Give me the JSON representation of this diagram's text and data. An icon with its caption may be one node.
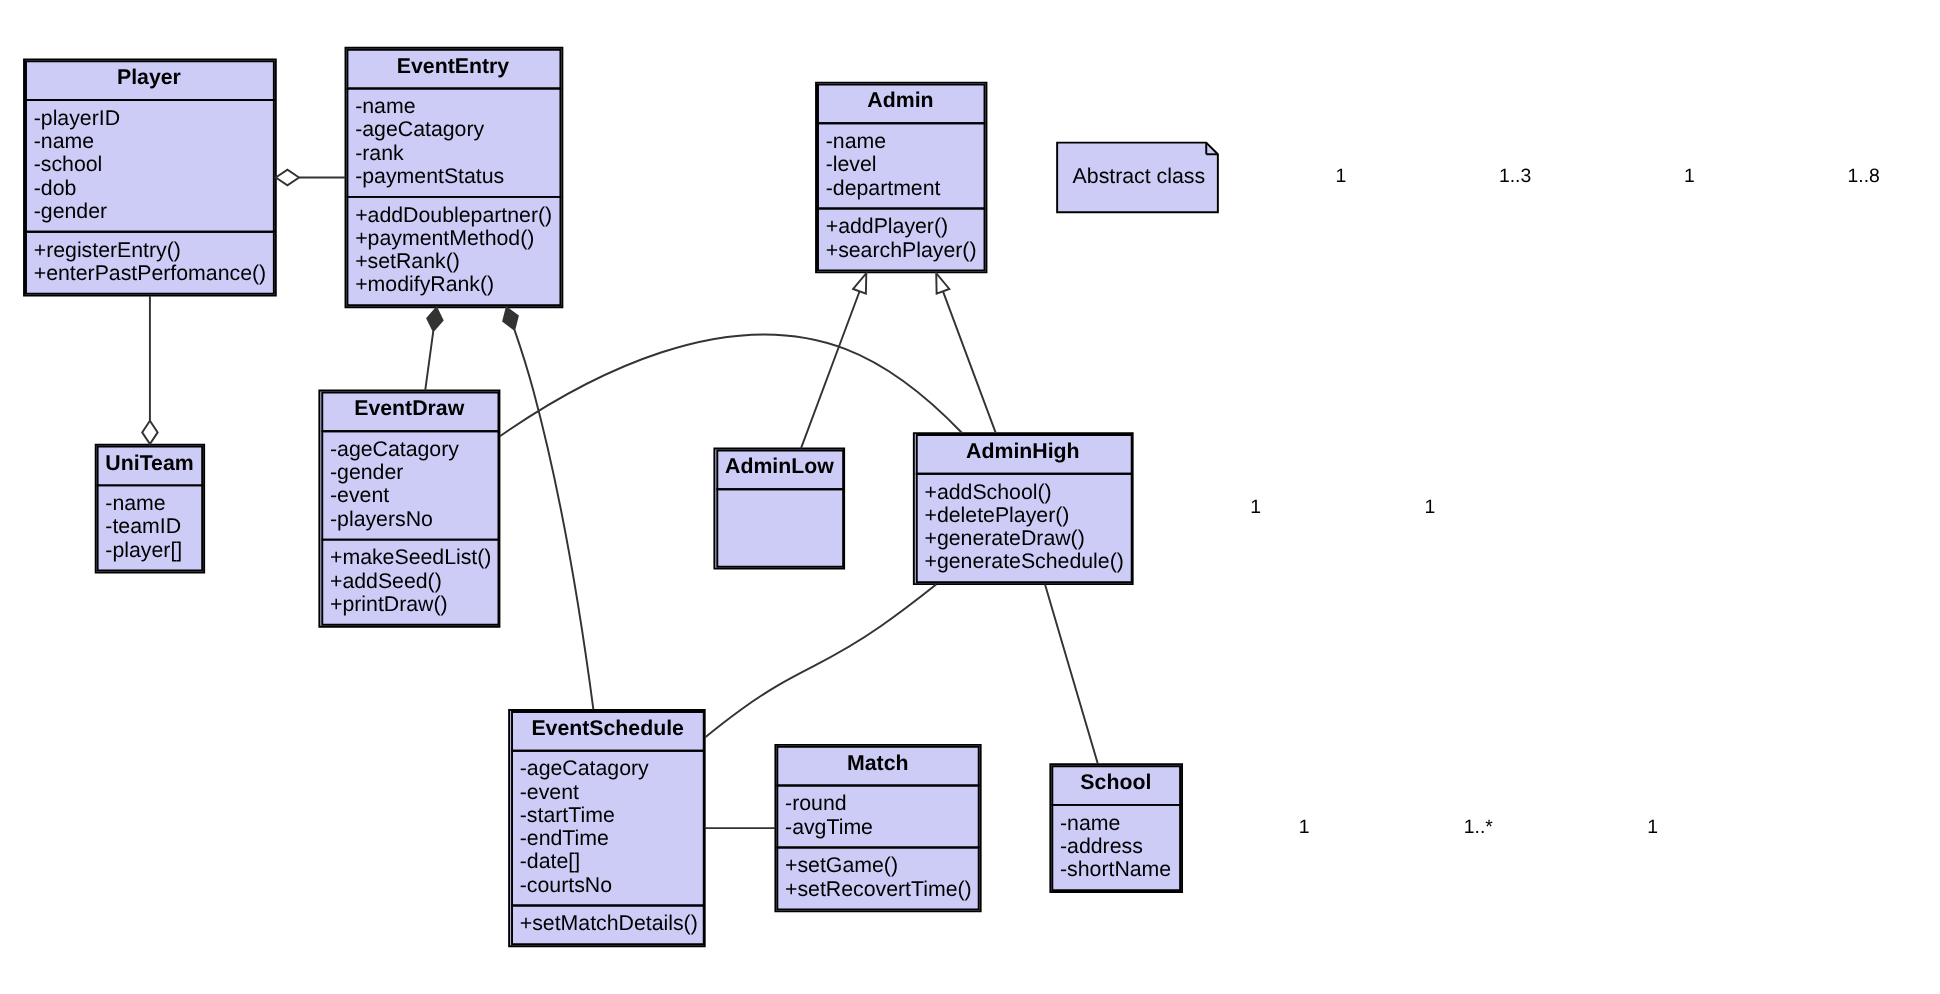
{
  "diagram": {
    "nodes": [
      {
        "text": [
          "Player",
          "-playerID -name -school -dob -gender",
          "+registerEntry() +enterPastPerfomance()"
        ]
      },
      {
        "text": [
          "EventEntry",
          "-name -ageCatagory -rank -paymentStatus",
          "+addDoublepartner() +paymentMethod() +setRank() +modifyRank()"
        ]
      },
      {
        "text": [
          "UniTeam",
          "-name -teamID -player[]"
        ]
      },
      {
        "text": [
          "EventDraw",
          "-ageCatagory -gender -event -playersNo",
          "+makeSeedList() +addSeed() +printDraw()"
        ]
      },
      {
        "text": [
          "School",
          "-name -address -shortName"
        ]
      },
      {
        "text": [
          "Admin",
          "-name -level -department",
          "+addPlayer() +searchPlayer()"
        ]
      },
      {
        "text": [
          "Abstract class"
        ]
      },
      {
        "text": [
          "AdminHigh",
          "+addSchool() +deletePlayer() +generateDraw() +generateSchedule()"
        ]
      },
      {
        "text": [
          "AdminLow"
        ]
      },
      {
        "text": [
          "EventSchedule",
          "-ageCatagory -event -startTime -endTime -date[] -courtsNo",
          "+setMatchDetails()"
        ]
      },
      {
        "text": [
          "Match",
          "-round -avgTime",
          "+setGame() +setRecovertTime()"
        ]
      }
    ],
    "edges": [
      {
        "from": 0,
        "to": 1,
        "arrow": "other"
      },
      {
        "from": 0,
        "to": 2,
        "arrow": "other"
      },
      {
        "from": 1,
        "to": 3,
        "arrow": "other"
      },
      {
        "from": 1,
        "to": 9,
        "arrow": "other"
      },
      {
        "from": 3,
        "to": 7,
        "arrow": "none"
      },
      {
        "from": 4,
        "to": 7,
        "arrow": "none"
      },
      {
        "from": 7,
        "to": 9,
        "arrow": "none"
      },
      {
        "from": 7,
        "to": 5,
        "arrow": "to"
      },
      {
        "from": 8,
        "to": 5,
        "arrow": "to"
      },
      {
        "from": 9,
        "to": 10,
        "arrow": "none"
      }
    ],
    "labels": [
      "1",
      "1..3",
      "1",
      "1..8",
      "1",
      "1",
      "1",
      "1..*",
      "1"
    ]
  }
}
